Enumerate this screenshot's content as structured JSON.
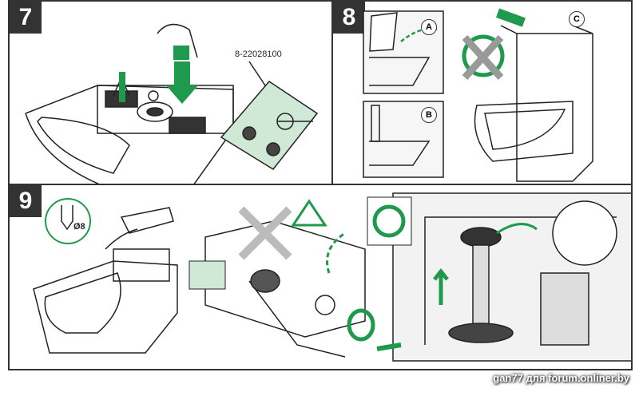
{
  "steps": [
    {
      "number": "7",
      "part_number": "8-22028100"
    },
    {
      "number": "8",
      "variants": [
        "A",
        "B",
        "C"
      ]
    },
    {
      "number": "9",
      "drill_size": "Ø8"
    }
  ],
  "watermark": "gan77 для forum.onliner.by",
  "colors": {
    "accent": "#1f9a4c",
    "frame": "#333333",
    "line": "#222222"
  }
}
